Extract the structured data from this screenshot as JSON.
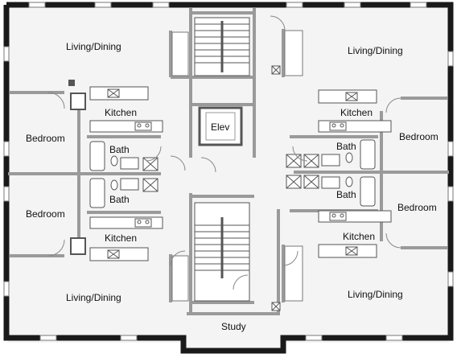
{
  "colors": {
    "exterior_wall": "#1a1a1a",
    "interior_wall": "#9a9a9a",
    "floor": "#f2f2f2",
    "fixture_outline": "#555555",
    "text": "#111111"
  },
  "rooms": {
    "living_dining_nw": "Living/Dining",
    "living_dining_ne": "Living/Dining",
    "living_dining_sw": "Living/Dining",
    "living_dining_se": "Living/Dining",
    "kitchen_nw": "Kitchen",
    "kitchen_ne": "Kitchen",
    "kitchen_sw": "Kitchen",
    "kitchen_se": "Kitchen",
    "bedroom_nw": "Bedroom",
    "bedroom_ne": "Bedroom",
    "bedroom_sw": "Bedroom",
    "bedroom_se": "Bedroom",
    "bath_nw": "Bath",
    "bath_ne": "Bath",
    "bath_sw": "Bath",
    "bath_se": "Bath",
    "elevator": "Elev",
    "study": "Study"
  },
  "icons": {
    "stair": "stair-icon",
    "elevator": "elevator-icon",
    "tub": "bathtub-icon",
    "toilet": "toilet-icon",
    "sink": "sink-icon",
    "range": "stove-icon",
    "door": "door-swing-icon",
    "window": "window-icon"
  }
}
